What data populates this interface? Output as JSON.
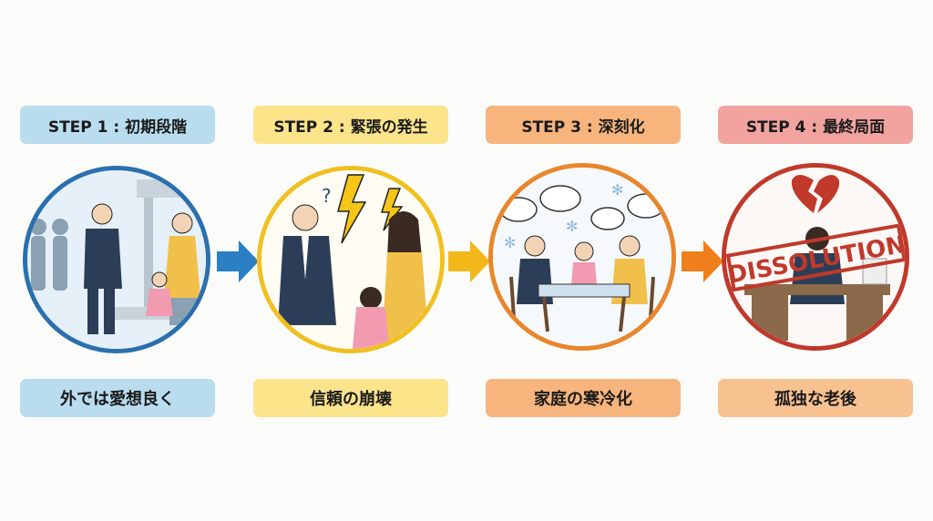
{
  "steps": [
    {
      "header": "STEP 1 : 初期段階",
      "caption": "外では愛想良く",
      "header_color": "#b9dcef",
      "caption_color": "#b9dcef",
      "ring_color": "#2b6fae"
    },
    {
      "header": "STEP 2 : 緊張の発生",
      "caption": "信頼の崩壊",
      "header_color": "#fbe48a",
      "caption_color": "#fbe48a",
      "ring_color": "#f0c020"
    },
    {
      "header": "STEP 3 : 深刻化",
      "caption": "家庭の寒冷化",
      "header_color": "#f7b47c",
      "caption_color": "#f7b47c",
      "ring_color": "#e8862c"
    },
    {
      "header": "STEP 4 : 最終局面",
      "caption": "孤独な老後",
      "header_color": "#f2a3a0",
      "caption_color": "#f8c190",
      "ring_color": "#c0392b"
    }
  ],
  "arrows": [
    {
      "color": "#2b7fc4",
      "icon": "arrow-right-icon"
    },
    {
      "color": "#f2b81a",
      "icon": "arrow-right-icon"
    },
    {
      "color": "#ef7f1a",
      "icon": "arrow-right-icon"
    }
  ],
  "stamp_text": "DISSOLUTION"
}
